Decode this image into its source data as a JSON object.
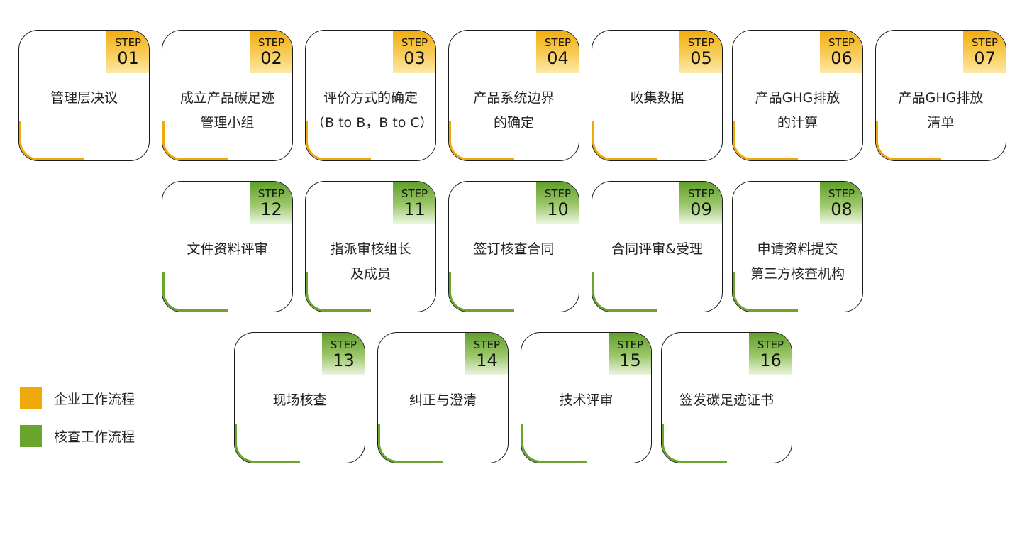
{
  "step_word": "STEP",
  "colors": {
    "enterprise": "#f0a90c",
    "verification": "#6aa52e"
  },
  "steps": [
    {
      "num": "01",
      "label": "管理层决议",
      "type": "enterprise"
    },
    {
      "num": "02",
      "label": "成立产品碳足迹\n管理小组",
      "type": "enterprise"
    },
    {
      "num": "03",
      "label": "评价方式的确定\n（B to B，B to C）",
      "type": "enterprise"
    },
    {
      "num": "04",
      "label": "产品系统边界\n的确定",
      "type": "enterprise"
    },
    {
      "num": "05",
      "label": "收集数据",
      "type": "enterprise"
    },
    {
      "num": "06",
      "label": "产品GHG排放\n的计算",
      "type": "enterprise"
    },
    {
      "num": "07",
      "label": "产品GHG排放\n清单",
      "type": "enterprise"
    },
    {
      "num": "12",
      "label": "文件资料评审",
      "type": "verification"
    },
    {
      "num": "11",
      "label": "指派审核组长\n及成员",
      "type": "verification"
    },
    {
      "num": "10",
      "label": "签订核查合同",
      "type": "verification"
    },
    {
      "num": "09",
      "label": "合同评审&受理",
      "type": "verification"
    },
    {
      "num": "08",
      "label": "申请资料提交\n第三方核查机构",
      "type": "verification"
    },
    {
      "num": "13",
      "label": "现场核查",
      "type": "verification"
    },
    {
      "num": "14",
      "label": "纠正与澄清",
      "type": "verification"
    },
    {
      "num": "15",
      "label": "技术评审",
      "type": "verification"
    },
    {
      "num": "16",
      "label": "签发碳足迹证书",
      "type": "verification"
    }
  ],
  "legend": [
    {
      "label": "企业工作流程",
      "type": "enterprise"
    },
    {
      "label": "核查工作流程",
      "type": "verification"
    }
  ]
}
